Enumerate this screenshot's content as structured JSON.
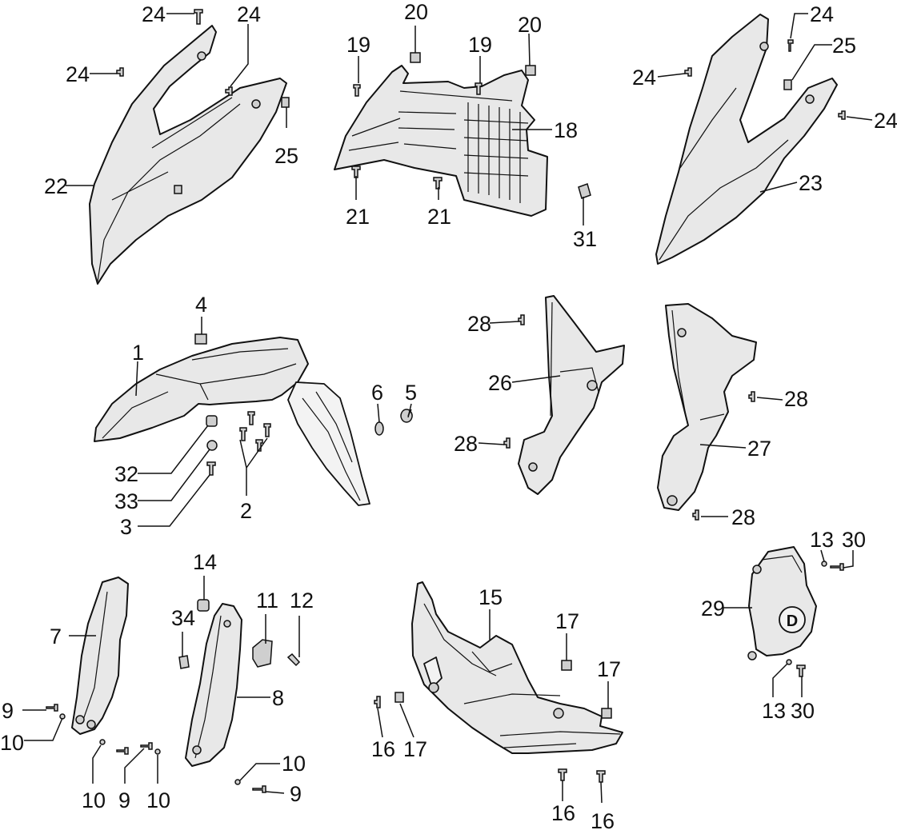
{
  "diagram": {
    "callouts": [
      {
        "id": "c24a",
        "label": "24"
      },
      {
        "id": "c24b",
        "label": "24"
      },
      {
        "id": "c24c",
        "label": "24"
      },
      {
        "id": "c25a",
        "label": "25"
      },
      {
        "id": "c22",
        "label": "22"
      },
      {
        "id": "c19a",
        "label": "19"
      },
      {
        "id": "c20a",
        "label": "20"
      },
      {
        "id": "c19b",
        "label": "19"
      },
      {
        "id": "c20b",
        "label": "20"
      },
      {
        "id": "c18",
        "label": "18"
      },
      {
        "id": "c21a",
        "label": "21"
      },
      {
        "id": "c21b",
        "label": "21"
      },
      {
        "id": "c31",
        "label": "31"
      },
      {
        "id": "c24d",
        "label": "24"
      },
      {
        "id": "c24e",
        "label": "24"
      },
      {
        "id": "c25b",
        "label": "25"
      },
      {
        "id": "c24f",
        "label": "24"
      },
      {
        "id": "c23",
        "label": "23"
      },
      {
        "id": "c4",
        "label": "4"
      },
      {
        "id": "c1",
        "label": "1"
      },
      {
        "id": "c6",
        "label": "6"
      },
      {
        "id": "c5",
        "label": "5"
      },
      {
        "id": "c32",
        "label": "32"
      },
      {
        "id": "c33",
        "label": "33"
      },
      {
        "id": "c3",
        "label": "3"
      },
      {
        "id": "c2",
        "label": "2"
      },
      {
        "id": "c28a",
        "label": "28"
      },
      {
        "id": "c26",
        "label": "26"
      },
      {
        "id": "c28b",
        "label": "28"
      },
      {
        "id": "c28c",
        "label": "28"
      },
      {
        "id": "c27",
        "label": "27"
      },
      {
        "id": "c28d",
        "label": "28"
      },
      {
        "id": "c14",
        "label": "14"
      },
      {
        "id": "c34",
        "label": "34"
      },
      {
        "id": "c11",
        "label": "11"
      },
      {
        "id": "c12",
        "label": "12"
      },
      {
        "id": "c7",
        "label": "7"
      },
      {
        "id": "c8",
        "label": "8"
      },
      {
        "id": "c9a",
        "label": "9"
      },
      {
        "id": "c10a",
        "label": "10"
      },
      {
        "id": "c10b",
        "label": "10"
      },
      {
        "id": "c9b",
        "label": "9"
      },
      {
        "id": "c10c",
        "label": "10"
      },
      {
        "id": "c10d",
        "label": "10"
      },
      {
        "id": "c9c",
        "label": "9"
      },
      {
        "id": "c15",
        "label": "15"
      },
      {
        "id": "c17a",
        "label": "17"
      },
      {
        "id": "c17b",
        "label": "17"
      },
      {
        "id": "c16a",
        "label": "16"
      },
      {
        "id": "c17c",
        "label": "17"
      },
      {
        "id": "c16b",
        "label": "16"
      },
      {
        "id": "c16c",
        "label": "16"
      },
      {
        "id": "c13a",
        "label": "13"
      },
      {
        "id": "c30a",
        "label": "30"
      },
      {
        "id": "c29",
        "label": "29"
      },
      {
        "id": "c13b",
        "label": "13"
      },
      {
        "id": "c30b",
        "label": "30"
      }
    ],
    "badge_letter": "D"
  }
}
